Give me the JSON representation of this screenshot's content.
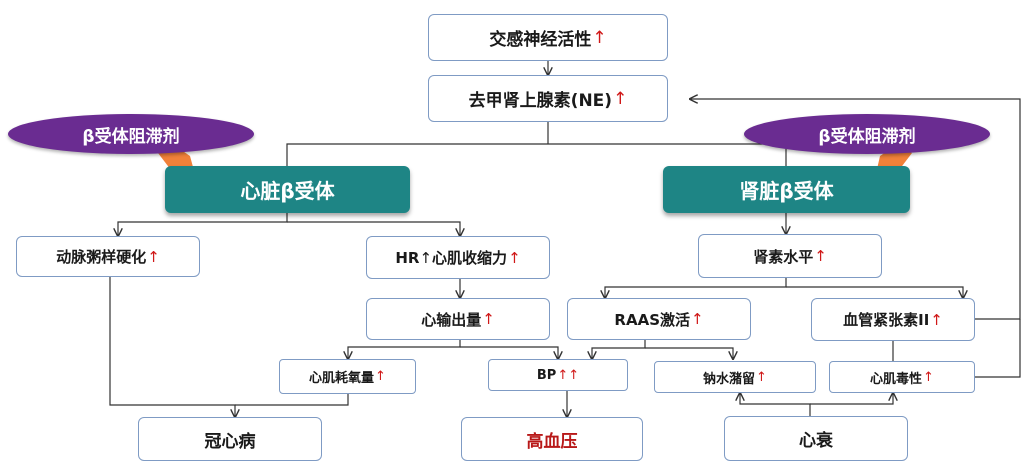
{
  "colors": {
    "box_border": "#7f9bc4",
    "receptor_fill": "#1e8585",
    "blocker_fill": "#6a2c91",
    "blocker_arrow": "#f0813a",
    "up_arrow": "#d01818",
    "hypertension_text": "#b81818"
  },
  "up_arrow": "↑",
  "nodes": {
    "sympathetic": {
      "label": "交感神经活性"
    },
    "norepinephrine": {
      "label": "去甲肾上腺素(NE)"
    },
    "cardiac_receptor": {
      "label": "心脏β受体"
    },
    "renal_receptor": {
      "label": "肾脏β受体"
    },
    "atherosclerosis": {
      "label": "动脉粥样硬化"
    },
    "hr_contractility": {
      "label_hr": "HR",
      "label_rest": "心肌收缩力"
    },
    "cardiac_output": {
      "label": "心输出量"
    },
    "oxygen_consumption": {
      "label": "心肌耗氧量"
    },
    "renin": {
      "label": "肾素水平"
    },
    "raas": {
      "label": "RAAS激活"
    },
    "angiotensin": {
      "label": "血管紧张素II"
    },
    "bp": {
      "label": "BP"
    },
    "sodium_water": {
      "label": "钠水潴留"
    },
    "myocardial_toxicity": {
      "label": "心肌毒性"
    },
    "coronary_disease": {
      "label": "冠心病"
    },
    "hypertension": {
      "label": "高血压"
    },
    "heart_failure": {
      "label": "心衰"
    }
  },
  "blockers": {
    "left": {
      "label": "β受体阻滞剂"
    },
    "right": {
      "label": "β受体阻滞剂"
    }
  }
}
